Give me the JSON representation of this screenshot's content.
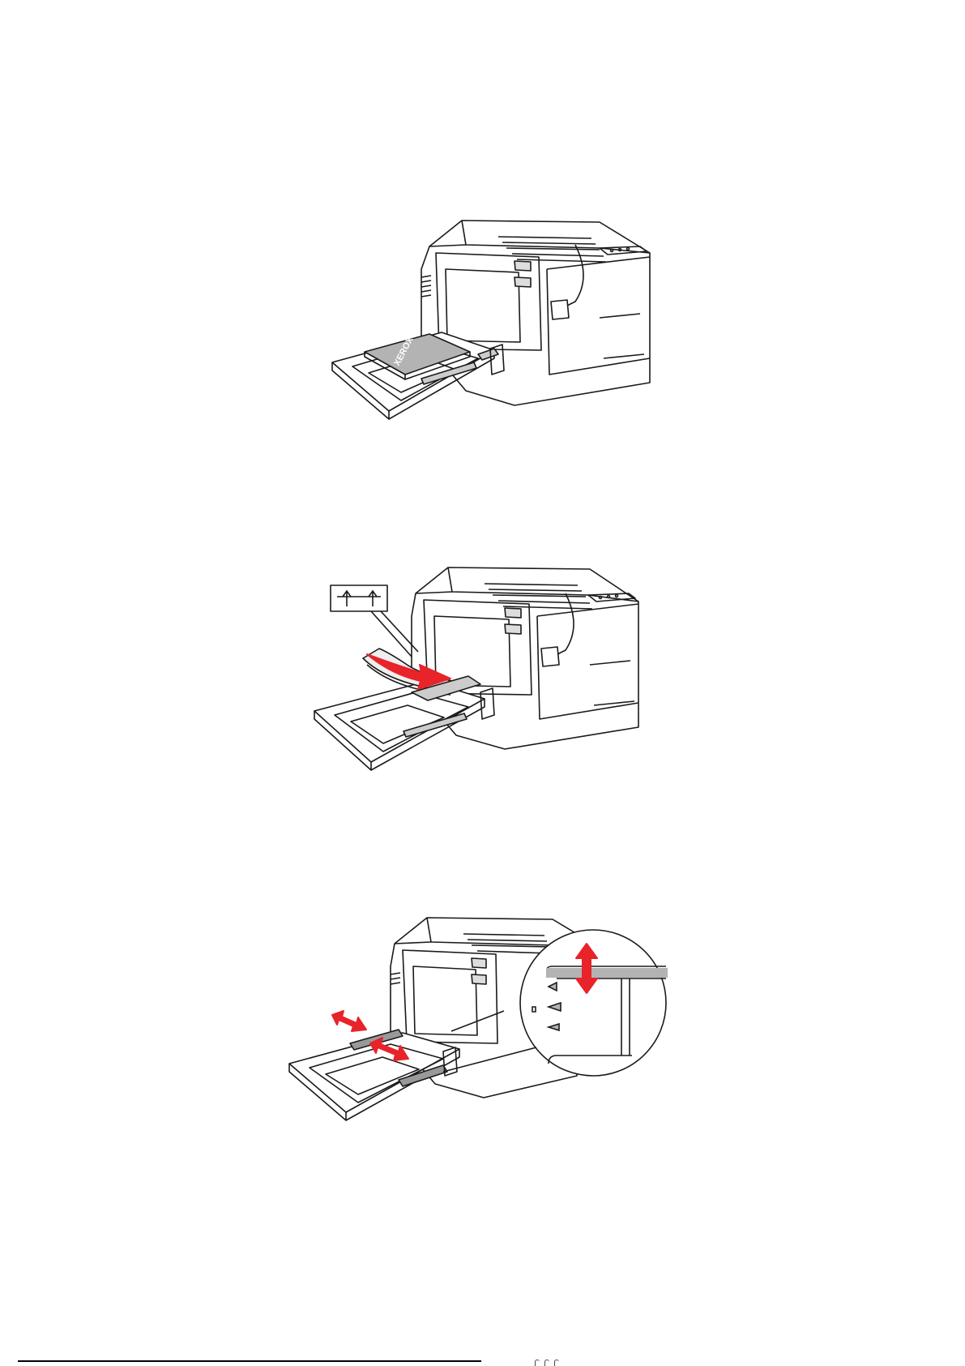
{
  "figures": [
    {
      "id": "printer-paper-loaded",
      "description_label": "",
      "paper_brand_mark": "XEROX"
    },
    {
      "id": "printer-envelope-loading",
      "description_label": ""
    },
    {
      "id": "printer-guides-adjust",
      "description_label": ""
    }
  ],
  "colors": {
    "line": "#1a1a1a",
    "paper_gray": "#b3b3b3",
    "accent_red": "#e8232a",
    "background": "#ffffff"
  },
  "icons": [
    "up-arrow-icon",
    "curved-red-arrow-icon",
    "double-red-arrow-icon"
  ]
}
